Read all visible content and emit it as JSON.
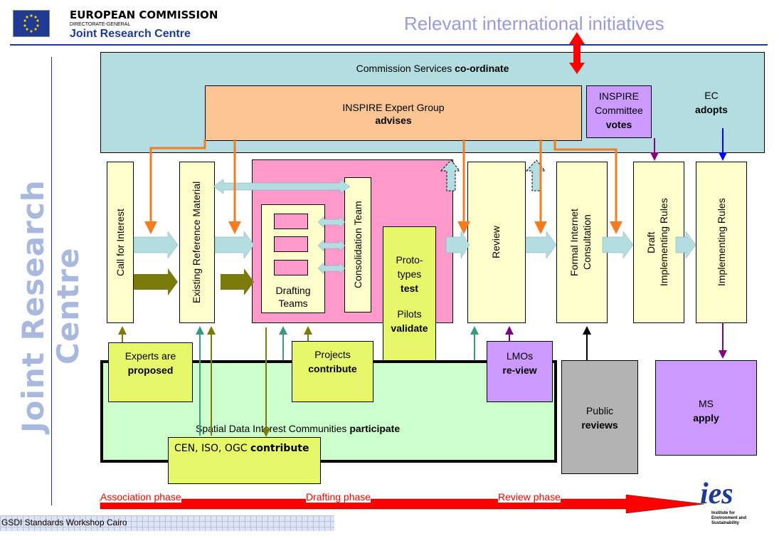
{
  "header": {
    "org_line1": "EUROPEAN COMMISSION",
    "org_line2": "DIRECTORATE-GENERAL",
    "org_line3": "Joint Research Centre",
    "slide_title": "Relevant international initiatives"
  },
  "sidebar": {
    "text": "Joint Research Centre"
  },
  "commission": {
    "plain": "Commission Services ",
    "bold": "co-ordinate"
  },
  "expert_group": {
    "line1": "INSPIRE Expert Group",
    "line2": "advises"
  },
  "committee": {
    "line1": "INSPIRE",
    "line2": "Committee",
    "line3": "votes"
  },
  "ec": {
    "line1": "EC",
    "line2": "adopts"
  },
  "columns": {
    "call_for_interest": "Call for Interest",
    "existing_reference": "Existing Reference Material",
    "drafting_teams_1": "Drafting",
    "drafting_teams_2": "Teams",
    "consolidation_team": "Consolidation Team",
    "review": "Review",
    "formal_consultation_1": "Formal Internet",
    "formal_consultation_2": "Consultation",
    "draft_ir_1": "Draft",
    "draft_ir_2": "Implementing Rules",
    "implementing_rules": "Implementing Rules"
  },
  "prototypes": {
    "line1": "Proto-",
    "line2": "types",
    "line3": "test",
    "line4": "Pilots",
    "line5": "validate"
  },
  "experts": {
    "line1": "Experts are",
    "line2": "proposed"
  },
  "projects": {
    "line1": "Projects",
    "line2": "contribute"
  },
  "lmos": {
    "line1": "LMOs",
    "line2": "re-view"
  },
  "public": {
    "line1": "Public",
    "line2": "reviews"
  },
  "ms": {
    "line1": "MS",
    "line2": "apply"
  },
  "sdic": {
    "plain": "Spatial Data Interest Communities ",
    "bold": "participate"
  },
  "cen": {
    "plain": "CEN, ISO, OGC ",
    "bold": "contribute"
  },
  "phases": {
    "association": "Association phase",
    "drafting": "Drafting phase",
    "review": "Review phase"
  },
  "footer": {
    "workshop": "GSDI Standards Workshop Cairo"
  },
  "ies_logo": {
    "letters": "ies",
    "caption_1": "Institute for",
    "caption_2": "Environment and",
    "caption_3": "Sustainability"
  },
  "colors": {
    "commission_bg": "#b4dde2",
    "expert_group_bg": "#fbc593",
    "committee_bg": "#cc99ff",
    "column_bg": "#ffffcc",
    "drafting_bg": "#ff99cc",
    "participant_bg": "#e6f76a",
    "sdic_bg": "#ccffcc",
    "public_bg": "#b3b3b3",
    "orange_arrow": "#f47c20",
    "teal_arrow": "#3a9a80",
    "olive_arrow": "#7b7b0b",
    "purple_arrow": "#800080",
    "phase_arrow": "#ff0000"
  }
}
